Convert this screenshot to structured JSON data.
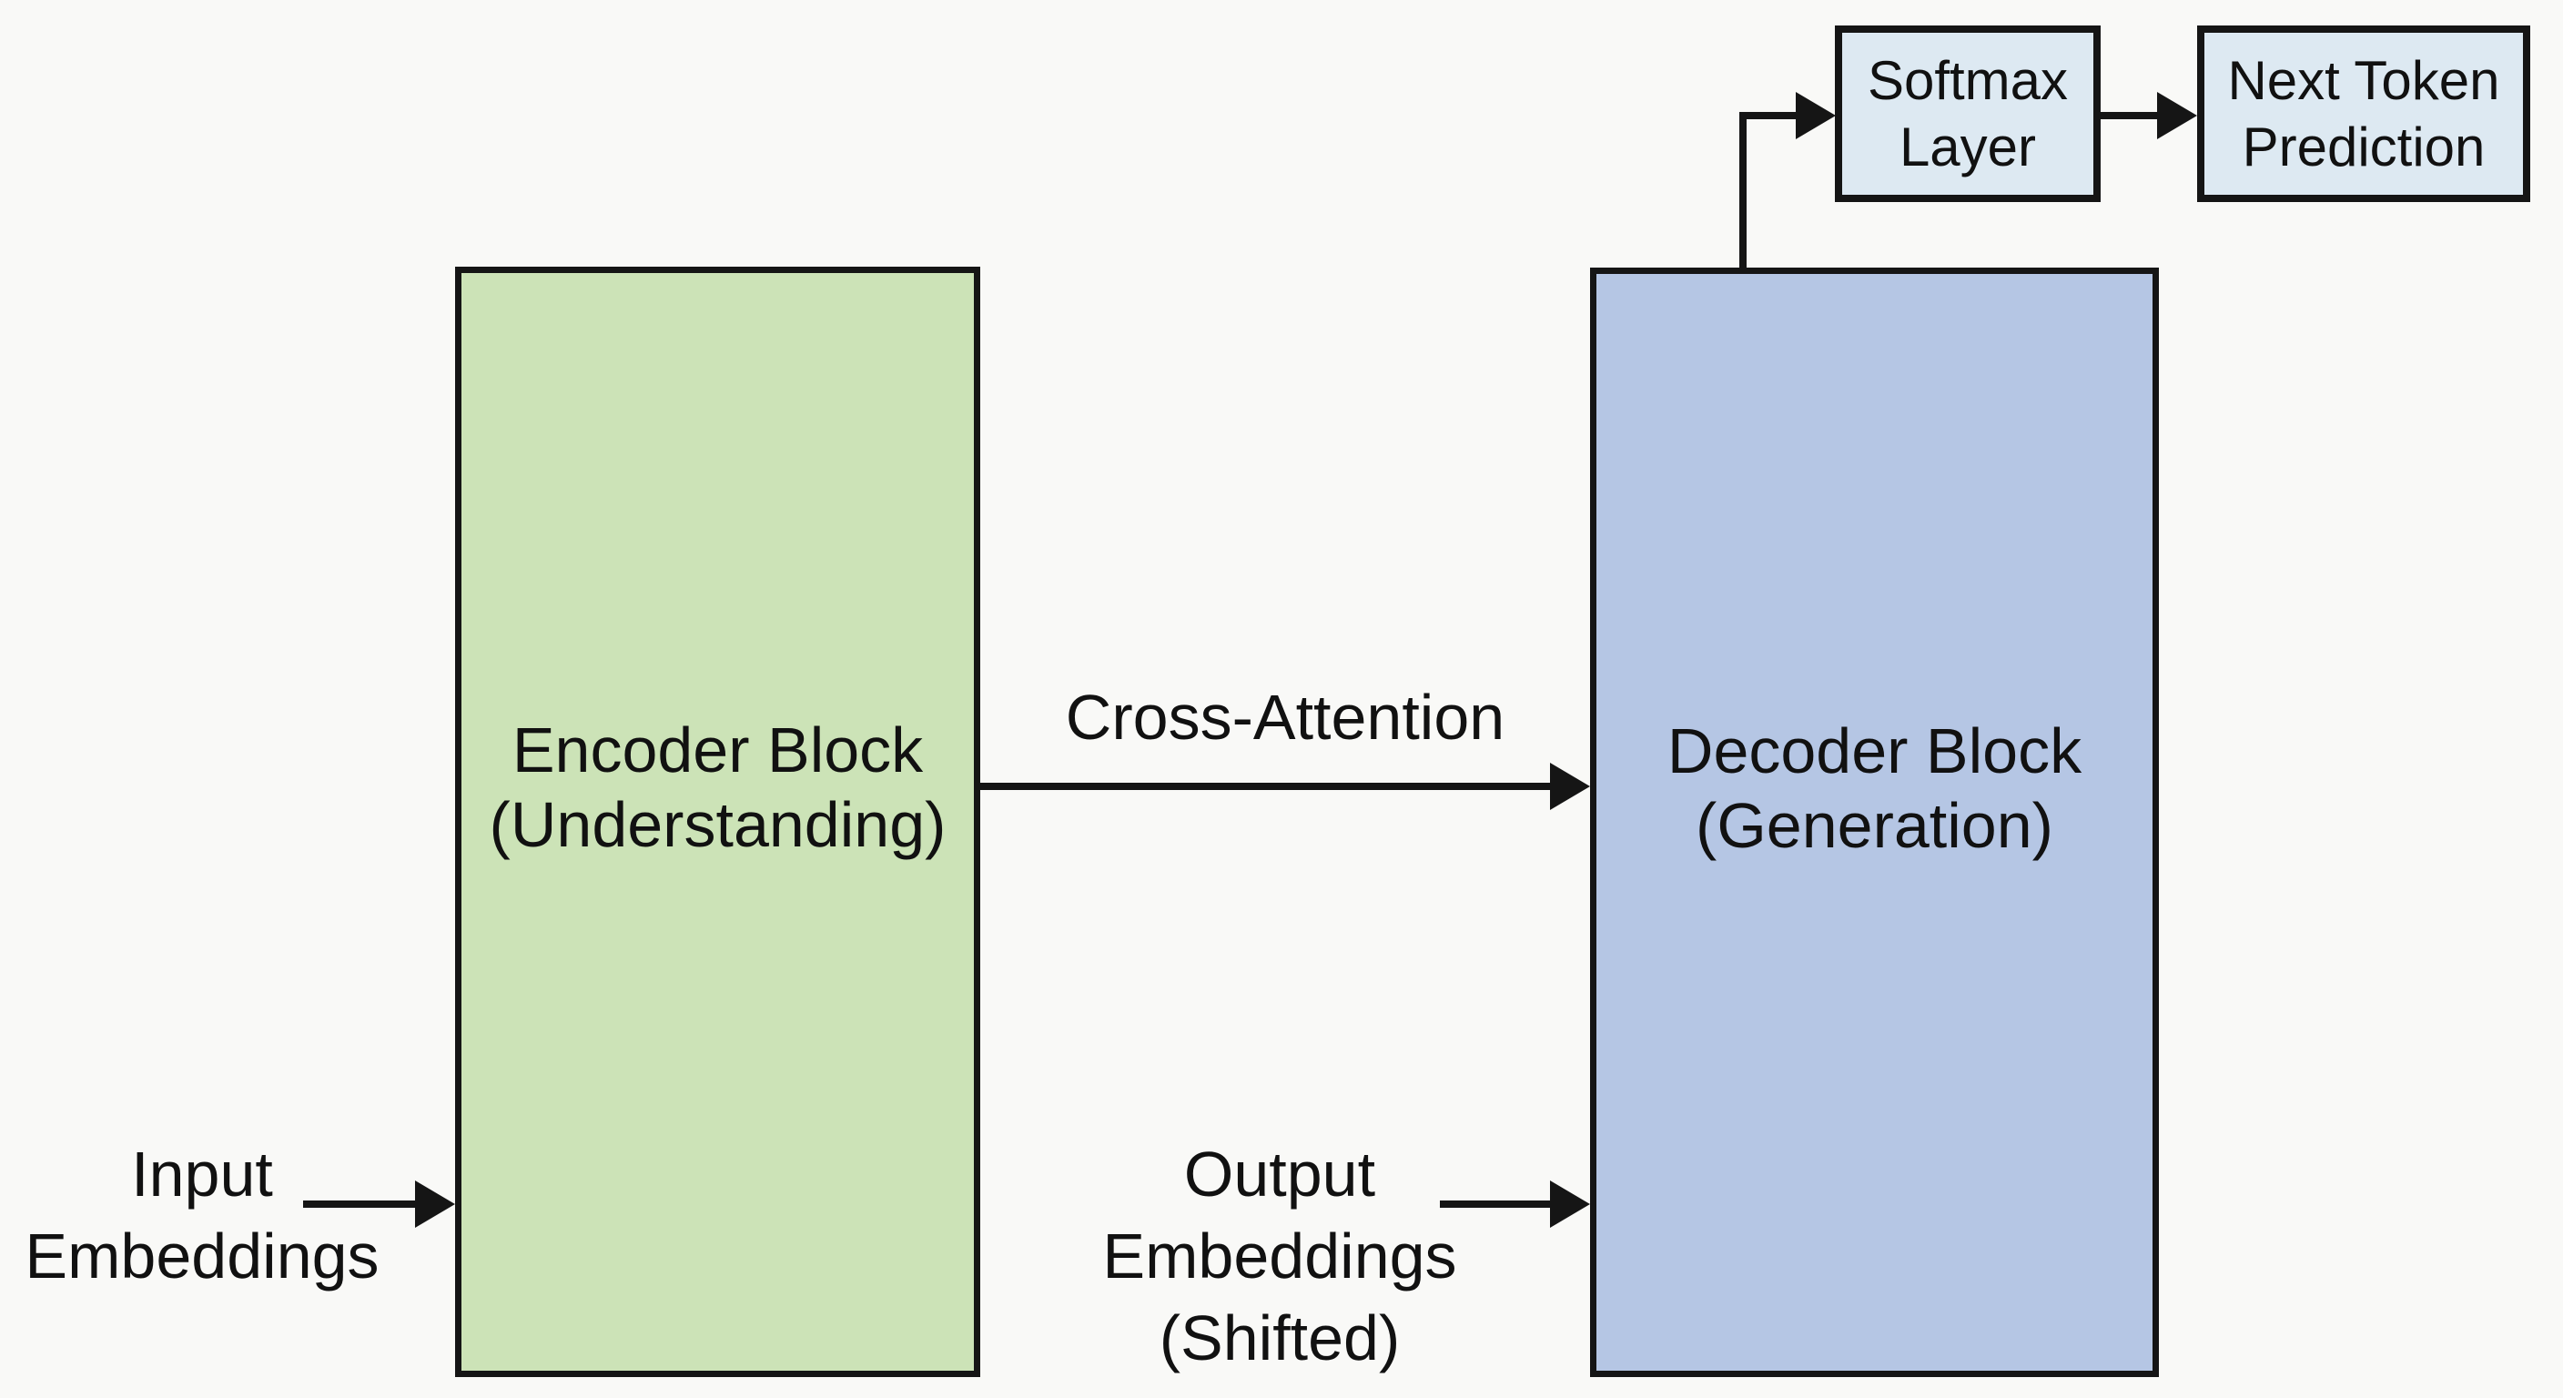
{
  "diagram": {
    "encoder": {
      "line1": "Encoder Block",
      "line2": "(Understanding)"
    },
    "decoder": {
      "line1": "Decoder Block",
      "line2": "(Generation)"
    },
    "softmax_box": {
      "line1": "Softmax",
      "line2": "Layer"
    },
    "next_token_box": {
      "line1": "Next Token",
      "line2": "Prediction"
    },
    "cross_attention_label": "Cross-Attention",
    "input_label": {
      "line1": "Input",
      "line2": "Embeddings"
    },
    "output_label": {
      "line1": "Output",
      "line2": "Embeddings",
      "line3": "(Shifted)"
    }
  },
  "colors": {
    "background": "#f9f9f7",
    "encoder_fill": "#cce3b7",
    "decoder_fill": "#b5c6e4",
    "small_box_fill": "#dde9f2",
    "line_color": "#151515",
    "text_color": "#111111"
  }
}
